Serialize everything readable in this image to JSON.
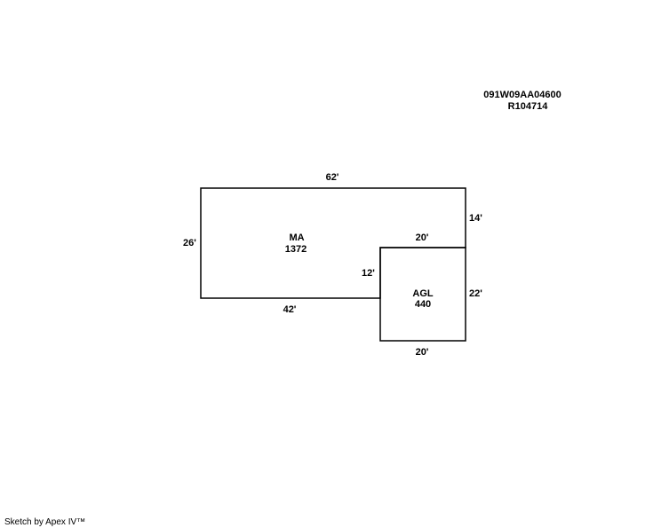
{
  "header": {
    "parcel_id": "091W09AA04600",
    "account_id": "R104714"
  },
  "areas": [
    {
      "code": "MA",
      "sqft": "1372"
    },
    {
      "code": "AGL",
      "sqft": "440"
    }
  ],
  "dimensions": {
    "ma_top": "62'",
    "ma_left": "26'",
    "ma_bottom": "42'",
    "ma_right_upper": "14'",
    "ma_inner_step": "12'",
    "agl_top": "20'",
    "agl_right": "22'",
    "agl_bottom": "20'"
  },
  "footer": {
    "credit": "Sketch by Apex IV™"
  }
}
